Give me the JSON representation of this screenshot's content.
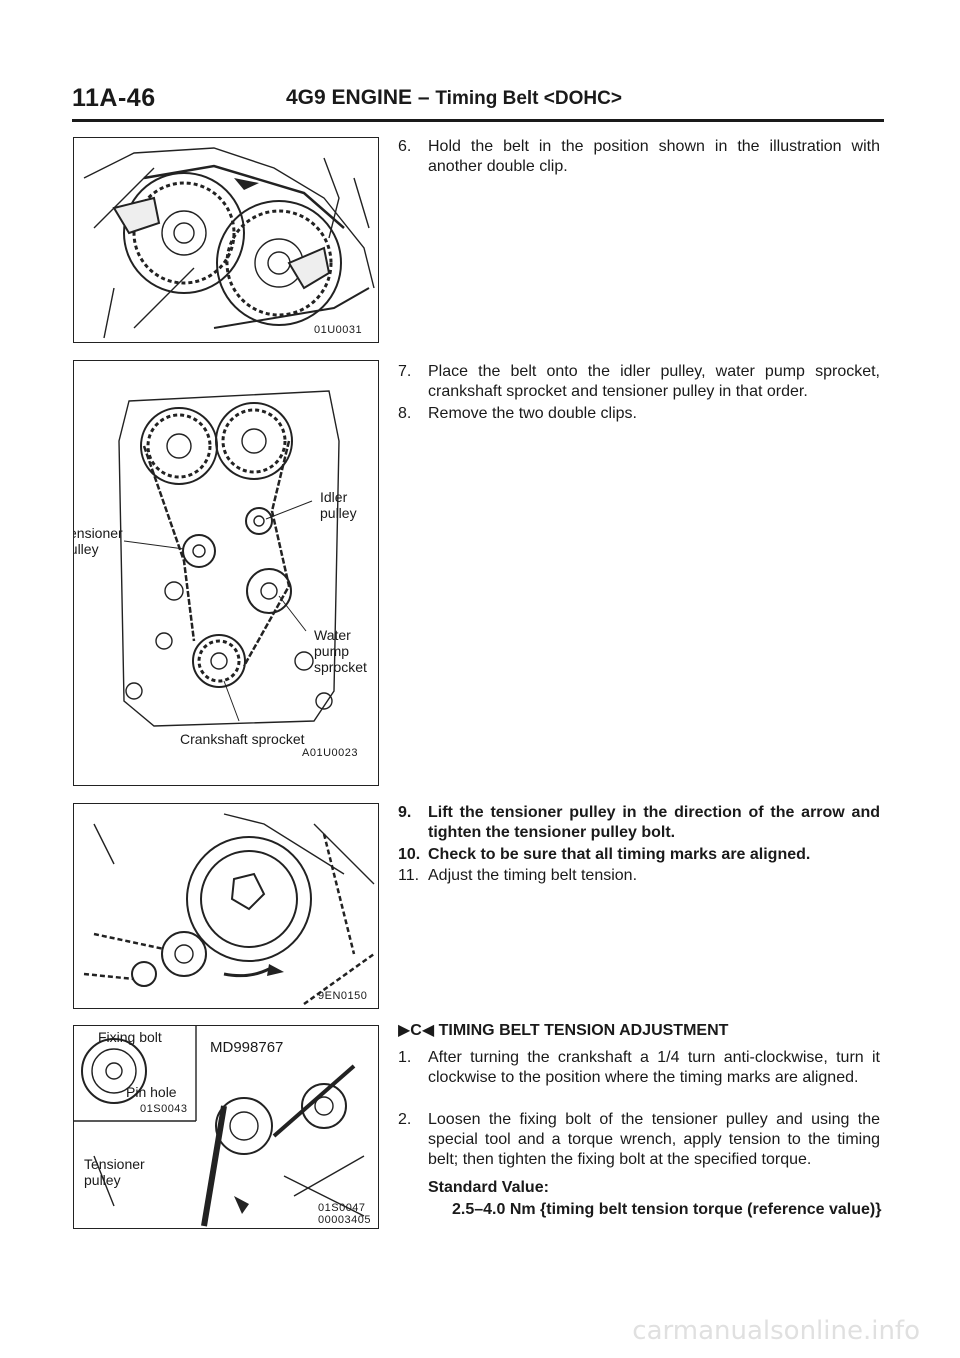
{
  "header": {
    "page_number": "11A-46",
    "title": "4G9 ENGINE",
    "title_sep": " – ",
    "subtitle": "Timing Belt <DOHC>"
  },
  "figures": [
    {
      "code": "01U0031"
    },
    {
      "code": "A01U0023",
      "labels": {
        "idler": "Idler\npulley",
        "tensioner": "Tensioner\npulley",
        "water": "Water\npump\nsprocket",
        "crank": "Crankshaft sprocket"
      }
    },
    {
      "code": "9EN0150"
    },
    {
      "code_inset": "01S0043",
      "code_a": "01S0047",
      "code_b": "00003405",
      "labels": {
        "fixing": "Fixing bolt",
        "tool": "MD998767",
        "pinhole": "Pin hole",
        "tensioner": "Tensioner\npulley"
      }
    }
  ],
  "steps": [
    {
      "n": "6.",
      "text": "Hold the belt in the position shown in the illustration with another double clip."
    },
    {
      "n": "7.",
      "text": "Place the belt onto the idler pulley, water pump sprocket, crankshaft sprocket and tensioner pulley in that order."
    },
    {
      "n": "8.",
      "text": "Remove the two double clips."
    },
    {
      "n": "9.",
      "text": "Lift the tensioner pulley in the direction of the arrow and tighten the tensioner pulley bolt."
    },
    {
      "n": "10.",
      "text": "Check to be sure that all timing marks are aligned."
    },
    {
      "n": "11.",
      "text": "Adjust the timing belt tension."
    }
  ],
  "section": {
    "marker": "▶C◀",
    "title": "TIMING BELT TENSION ADJUSTMENT",
    "steps": [
      {
        "n": "1.",
        "text": "After turning the crankshaft a 1/4 turn anti-clockwise, turn it clockwise to the position where the timing marks are aligned."
      },
      {
        "n": "2.",
        "text": "Loosen the fixing bolt of the tensioner pulley and using the special tool and a torque wrench, apply tension to the timing belt; then tighten the fixing bolt at the specified torque."
      }
    ],
    "standard_label": "Standard Value:",
    "standard_value": "2.5–4.0 Nm {timing belt tension torque (reference value)}"
  },
  "footer": "carmanualsonline.info"
}
